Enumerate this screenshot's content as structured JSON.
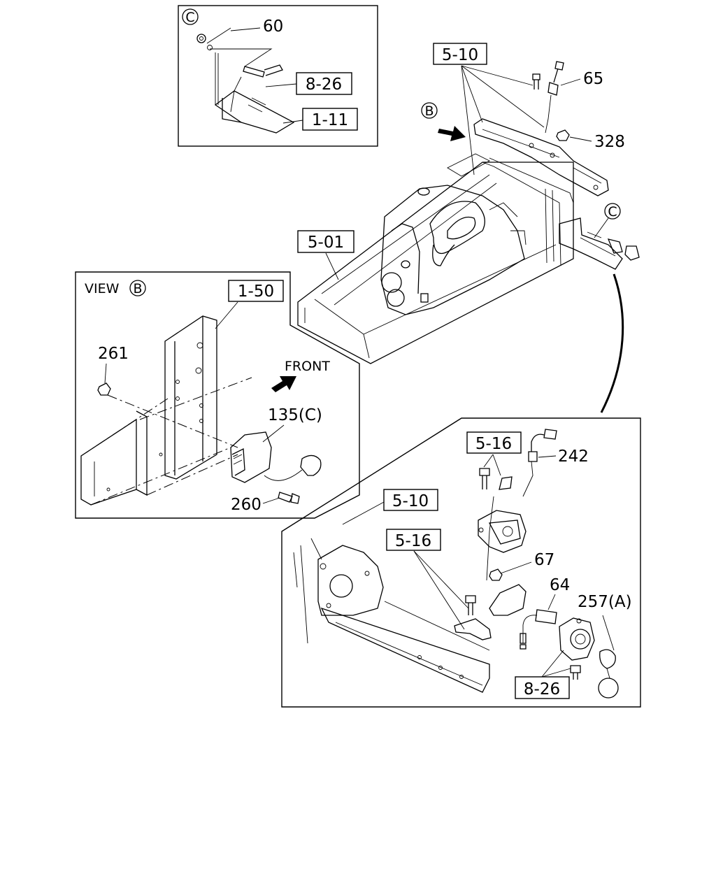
{
  "callouts": {
    "c_60": "60",
    "c_8_26_top": "8-26",
    "c_1_11": "1-11",
    "c_5_10_top": "5-10",
    "c_65": "65",
    "c_328": "328",
    "c_5_01": "5-01",
    "c_1_50": "1-50",
    "c_261": "261",
    "c_front": "FRONT",
    "c_135c": "135(C)",
    "c_260": "260",
    "c_5_16_a": "5-16",
    "c_242": "242",
    "c_5_10_bottom": "5-10",
    "c_5_16_b": "5-16",
    "c_67": "67",
    "c_64": "64",
    "c_257a": "257(A)",
    "c_8_26_bottom": "8-26"
  },
  "view_labels": {
    "view_prefix": "VIEW",
    "view_b": "B",
    "circle_c": "C",
    "circle_b": "B"
  }
}
